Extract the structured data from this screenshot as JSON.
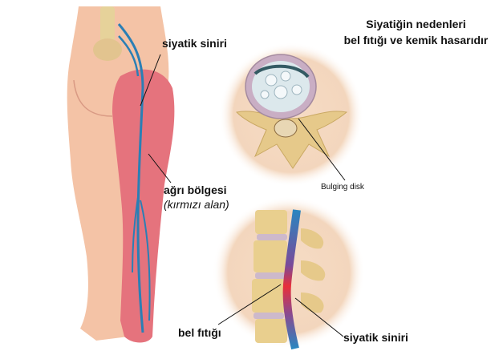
{
  "title": {
    "line1": "Siyatiğin nedenleri",
    "line2": "bel fıtığı ve kemik hasarıdır"
  },
  "labels": {
    "sciatic_nerve_top": "siyatik siniri",
    "pain_area": "ağrı bölgesi",
    "pain_area_note": "(kırmızı alan)",
    "bulging_disk": "Bulging disk",
    "herniated_disc": "bel fıtığı",
    "sciatic_nerve_bottom": "siyatik siniri"
  },
  "colors": {
    "skin": "#f4c2a4",
    "pain_red": "#e2707a",
    "nerve_blue": "#2a7fb5",
    "bone": "#e9cf8e",
    "disc": "#c9b2c6",
    "circle_bg": "#f5dcc6",
    "inflamed": "#e8303a"
  }
}
